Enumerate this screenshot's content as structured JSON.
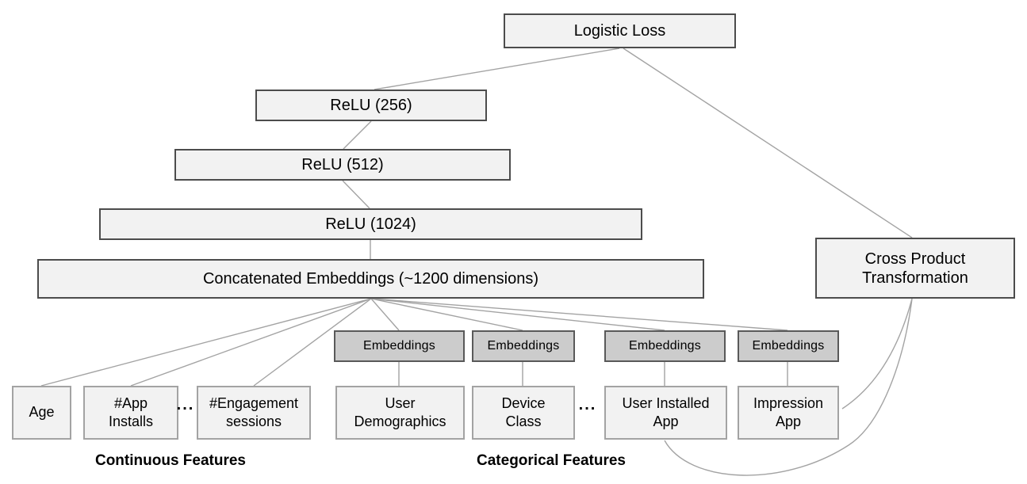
{
  "nodes": {
    "logistic_loss": "Logistic Loss",
    "relu_256": "ReLU (256)",
    "relu_512": "ReLU (512)",
    "relu_1024": "ReLU (1024)",
    "concatenated_embeddings": "Concatenated Embeddings (~1200 dimensions)",
    "cross_product_transformation": "Cross Product Transformation",
    "embeddings": "Embeddings"
  },
  "continuous_features": [
    "Age",
    "#App Installs",
    "#Engagement sessions"
  ],
  "categorical_features": [
    "User Demographics",
    "Device Class",
    "User Installed App",
    "Impression App"
  ],
  "group_labels": {
    "continuous": "Continuous Features",
    "categorical": "Categorical Features"
  },
  "ellipsis": "...",
  "colors": {
    "box_fill": "#f2f2f2",
    "box_border": "#4c4c4c",
    "feature_fill": "#f2f2f2",
    "feature_border": "#a3a3a3",
    "embedding_fill": "#cccccc",
    "embedding_border": "#595959",
    "line": "#a3a3a3",
    "text": "#000000"
  }
}
